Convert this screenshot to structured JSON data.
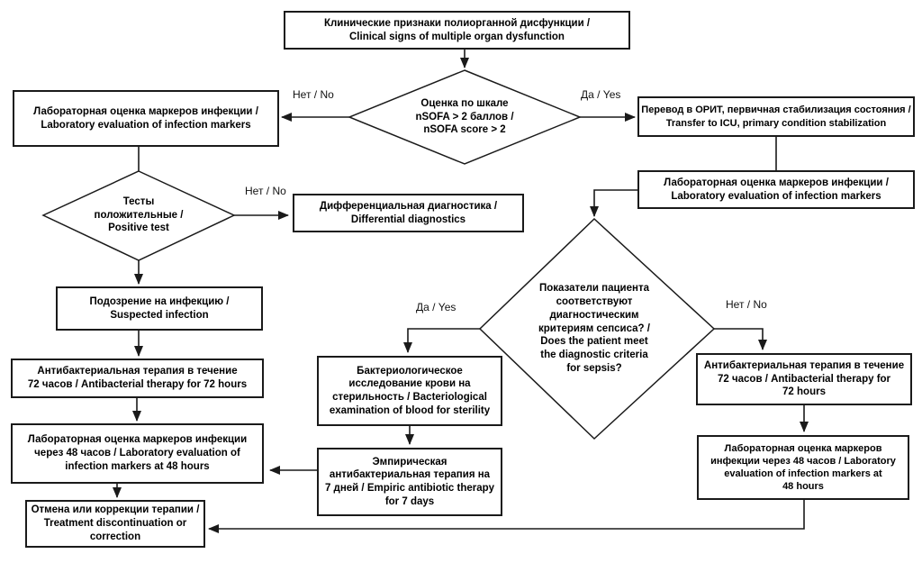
{
  "diagram": {
    "type": "flowchart",
    "colors": {
      "line": "#1a1a1a",
      "box_border": "#1a1a1a",
      "background": "#ffffff",
      "text": "#000000"
    },
    "nodes": {
      "clinical_signs": {
        "type": "process",
        "label": "Клинические признаки полиорганной дисфункции /\nClinical signs of multiple organ dysfunction"
      },
      "nsofa": {
        "type": "decision",
        "label": "Оценка по шкале\nnSOFA > 2 баллов /\nnSOFA score > 2"
      },
      "lab_eval_left": {
        "type": "process",
        "label": "Лабораторная оценка маркеров инфекции /\nLaboratory evaluation of infection markers"
      },
      "icu": {
        "type": "process",
        "label": "Перевод в ОРИТ, первичная стабилизация состояния /\nTransfer to ICU, primary condition stabilization"
      },
      "lab_eval_right": {
        "type": "process",
        "label": "Лабораторная оценка маркеров инфекции /\nLaboratory evaluation of infection markers"
      },
      "tests": {
        "type": "decision",
        "label": "Тесты\nположительные /\nPositive test"
      },
      "diff_diag": {
        "type": "process",
        "label": "Дифференциальная диагностика /\nDifferential diagnostics"
      },
      "suspected": {
        "type": "process",
        "label": "Подозрение на инфекцию /\nSuspected infection"
      },
      "abx72_left": {
        "type": "process",
        "label": "Антибактериальная терапия в течение\n72 часов / Antibacterial therapy for 72 hours"
      },
      "lab48_left": {
        "type": "process",
        "label": "Лабораторная оценка маркеров инфекции\nчерез 48 часов / Laboratory evaluation of\ninfection markers at 48 hours"
      },
      "discont": {
        "type": "process",
        "label": "Отмена или коррекции терапии /\nTreatment discontinuation or\ncorrection"
      },
      "bact_blood": {
        "type": "process",
        "label": "Бактериологическое\nисследование крови на\nстерильность / Bacteriological\nexamination of blood for sterility"
      },
      "empiric": {
        "type": "process",
        "label": "Эмпирическая\nантибактериальная терапия на\n7 дней / Empiric antibiotic therapy\nfor 7 days"
      },
      "sepsis": {
        "type": "decision",
        "label": "Показатели пациента\nсоответствуют\nдиагностическим\nкритериям сепсиса? /\nDoes the patient meet\nthe diagnostic criteria\nfor sepsis?"
      },
      "abx72_right": {
        "type": "process",
        "label": "Антибактериальная терапия в течение\n72 часов / Antibacterial therapy for\n72 hours"
      },
      "lab48_right": {
        "type": "process",
        "label": "Лабораторная оценка маркеров\nинфекции через 48 часов / Laboratory\nevaluation of infection markers at\n48 hours"
      }
    },
    "edge_labels": {
      "nsofa_no": "Нет / No",
      "nsofa_yes": "Да / Yes",
      "tests_no": "Нет / No",
      "sepsis_yes": "Да / Yes",
      "sepsis_no": "Нет / No"
    },
    "edges": [
      {
        "from": "clinical_signs",
        "to": "nsofa",
        "label": ""
      },
      {
        "from": "nsofa",
        "to": "lab_eval_left",
        "label": "Нет / No"
      },
      {
        "from": "nsofa",
        "to": "icu",
        "label": "Да / Yes"
      },
      {
        "from": "icu",
        "to": "lab_eval_right",
        "label": ""
      },
      {
        "from": "lab_eval_right",
        "to": "sepsis",
        "label": ""
      },
      {
        "from": "lab_eval_left",
        "to": "tests",
        "label": ""
      },
      {
        "from": "tests",
        "to": "diff_diag",
        "label": "Нет / No"
      },
      {
        "from": "tests",
        "to": "suspected",
        "label": ""
      },
      {
        "from": "suspected",
        "to": "abx72_left",
        "label": ""
      },
      {
        "from": "abx72_left",
        "to": "lab48_left",
        "label": ""
      },
      {
        "from": "lab48_left",
        "to": "discont",
        "label": ""
      },
      {
        "from": "sepsis",
        "to": "bact_blood",
        "label": "Да / Yes"
      },
      {
        "from": "sepsis",
        "to": "abx72_right",
        "label": "Нет / No"
      },
      {
        "from": "bact_blood",
        "to": "empiric",
        "label": ""
      },
      {
        "from": "empiric",
        "to": "lab48_left",
        "label": ""
      },
      {
        "from": "abx72_right",
        "to": "lab48_right",
        "label": ""
      },
      {
        "from": "lab48_right",
        "to": "discont",
        "label": ""
      }
    ]
  }
}
